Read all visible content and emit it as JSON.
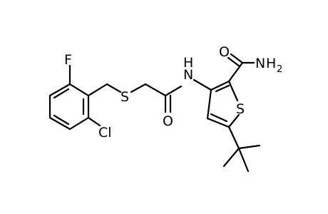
{
  "molecule": {
    "atoms": {
      "F": "F",
      "S_thioether": "S",
      "N_amide": "N",
      "H_amide": "H",
      "O_amide": "O",
      "Cl": "Cl",
      "O_carboxamide": "O",
      "N_carboxamide": "N",
      "H_carboxamide": "H",
      "H_carboxamide_count": "2",
      "S_ring": "S"
    },
    "colors": {
      "bond": "#000000",
      "label": "#000000",
      "background": "#ffffff"
    }
  }
}
